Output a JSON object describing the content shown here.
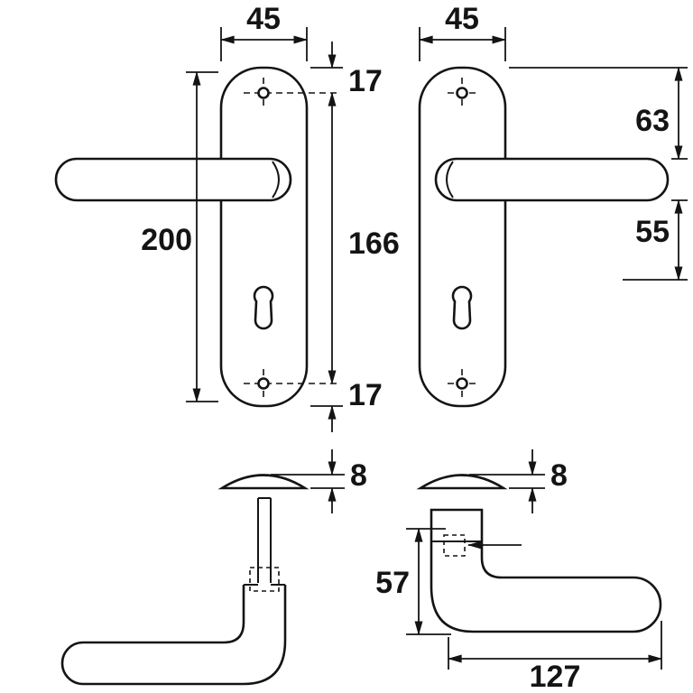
{
  "drawing": {
    "type": "technical-dimension-drawing",
    "subject": "door-handle-set-front-and-side-views",
    "dims": {
      "plate_width_left": "45",
      "plate_width_right": "45",
      "plate_height": "200",
      "screw_offset_top": "17",
      "screw_spacing": "166",
      "screw_offset_bottom": "17",
      "lever_top_offset": "63",
      "lever_keyhole_offset": "55",
      "rose_thickness_left": "8",
      "rose_thickness_right": "8",
      "handle_profile_height": "57",
      "handle_length": "127"
    },
    "colors": {
      "line": "#141414",
      "background": "#ffffff"
    }
  }
}
